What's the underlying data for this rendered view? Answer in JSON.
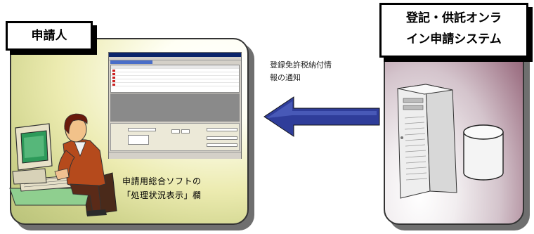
{
  "applicant": {
    "label": "申請人"
  },
  "system": {
    "label_line1": "登記・供託オンラ",
    "label_line2": "イン申請システム"
  },
  "notification": {
    "line1": "登録免許税納付情",
    "line2": "報の通知"
  },
  "software": {
    "caption_line1": "申請用総合ソフトの",
    "caption_line2": "「処理状況表示」欄"
  },
  "colors": {
    "arrow": "#2f3d9a",
    "left_panel": "#cdd28a",
    "right_panel": "#a2788a"
  }
}
